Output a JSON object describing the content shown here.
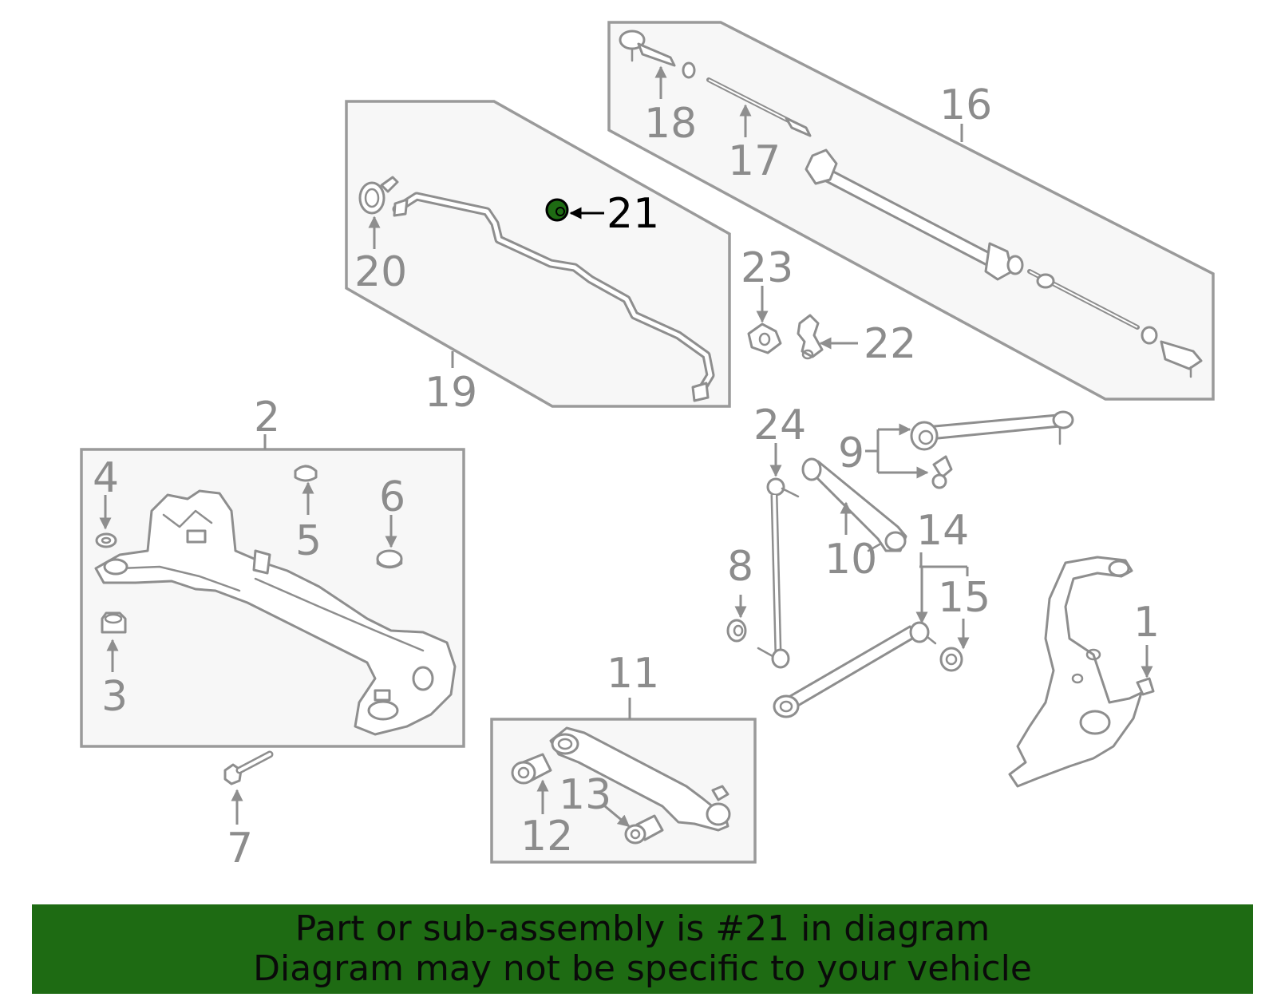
{
  "callouts": {
    "c1": "1",
    "c2": "2",
    "c3": "3",
    "c4": "4",
    "c5": "5",
    "c6": "6",
    "c7": "7",
    "c8": "8",
    "c9": "9",
    "c10": "10",
    "c11": "11",
    "c12": "12",
    "c13": "13",
    "c14": "14",
    "c15": "15",
    "c16": "16",
    "c17": "17",
    "c18": "18",
    "c19": "19",
    "c20": "20",
    "c21": "21",
    "c22": "22",
    "c23": "23",
    "c24": "24"
  },
  "highlighted_part": "21",
  "colors": {
    "banner_background": "#1e6b13",
    "highlight_part": "#1e6b13",
    "line_art": "#8e8e8e",
    "group_box_fill": "#f7f7f7"
  },
  "banner": {
    "line1": "Part or sub-assembly is #21 in diagram",
    "line2": "Diagram may not be specific to your vehicle"
  }
}
